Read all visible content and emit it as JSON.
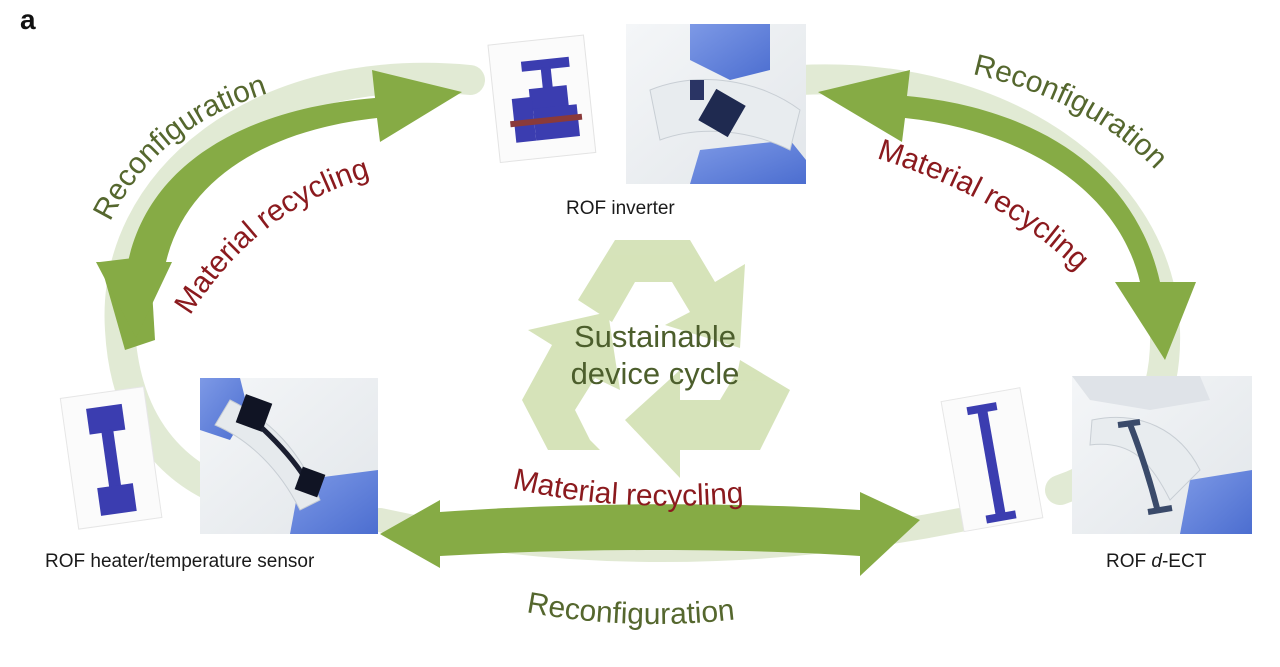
{
  "panel_label": "a",
  "center": {
    "line1": "Sustainable",
    "line2": "device cycle"
  },
  "captions": {
    "inverter": "ROF inverter",
    "heater": "ROF heater/temperature sensor",
    "dect_prefix": "ROF ",
    "dect_italic": "d",
    "dect_suffix": "-ECT"
  },
  "labels": {
    "reconfiguration_tl": "Reconfiguration",
    "recycling_tl": "Material recycling",
    "reconfiguration_tr": "Reconfiguration",
    "recycling_tr": "Material recycling",
    "recycling_bottom": "Material recycling",
    "reconfiguration_bottom": "Reconfiguration"
  },
  "colors": {
    "arrow": "#86ab45",
    "reconfiguration_text": "#55672e",
    "recycling_text": "#8b1a1e",
    "recycle_symbol": "#d4e2b6",
    "electrode": "#3b3db0"
  }
}
